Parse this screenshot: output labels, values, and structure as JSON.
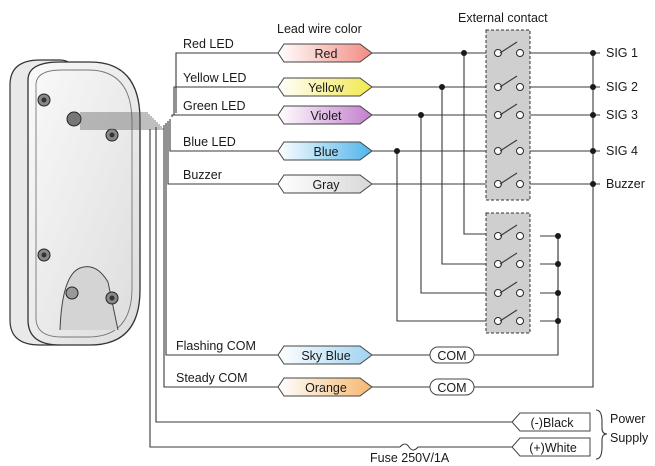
{
  "labels": {
    "lead_wire_color": "Lead wire color",
    "external_contact": "External contact",
    "power_supply_line1": "Power",
    "power_supply_line2": "Supply",
    "fuse": "Fuse 250V/1A",
    "com_flashing": "COM",
    "com_steady": "COM"
  },
  "wires": [
    {
      "signal": "Red LED",
      "color_name": "Red",
      "fill": "#f28c82",
      "output": "SIG 1"
    },
    {
      "signal": "Yellow LED",
      "color_name": "Yellow",
      "fill": "#f6ee6a",
      "output": "SIG 2"
    },
    {
      "signal": "Green LED",
      "color_name": "Violet",
      "fill": "#c98ed0",
      "output": "SIG 3"
    },
    {
      "signal": "Blue LED",
      "color_name": "Blue",
      "fill": "#6cc1ec",
      "output": "SIG 4"
    },
    {
      "signal": "Buzzer",
      "color_name": "Gray",
      "fill": "#e6e6e6",
      "output": "Buzzer"
    }
  ],
  "com_wires": [
    {
      "signal": "Flashing COM",
      "color_name": "Sky Blue",
      "fill": "#a9d8f2"
    },
    {
      "signal": "Steady COM",
      "color_name": "Orange",
      "fill": "#f7c48a"
    }
  ],
  "power_wires": [
    {
      "color_name": "(-)Black"
    },
    {
      "color_name": "(+)White"
    }
  ]
}
